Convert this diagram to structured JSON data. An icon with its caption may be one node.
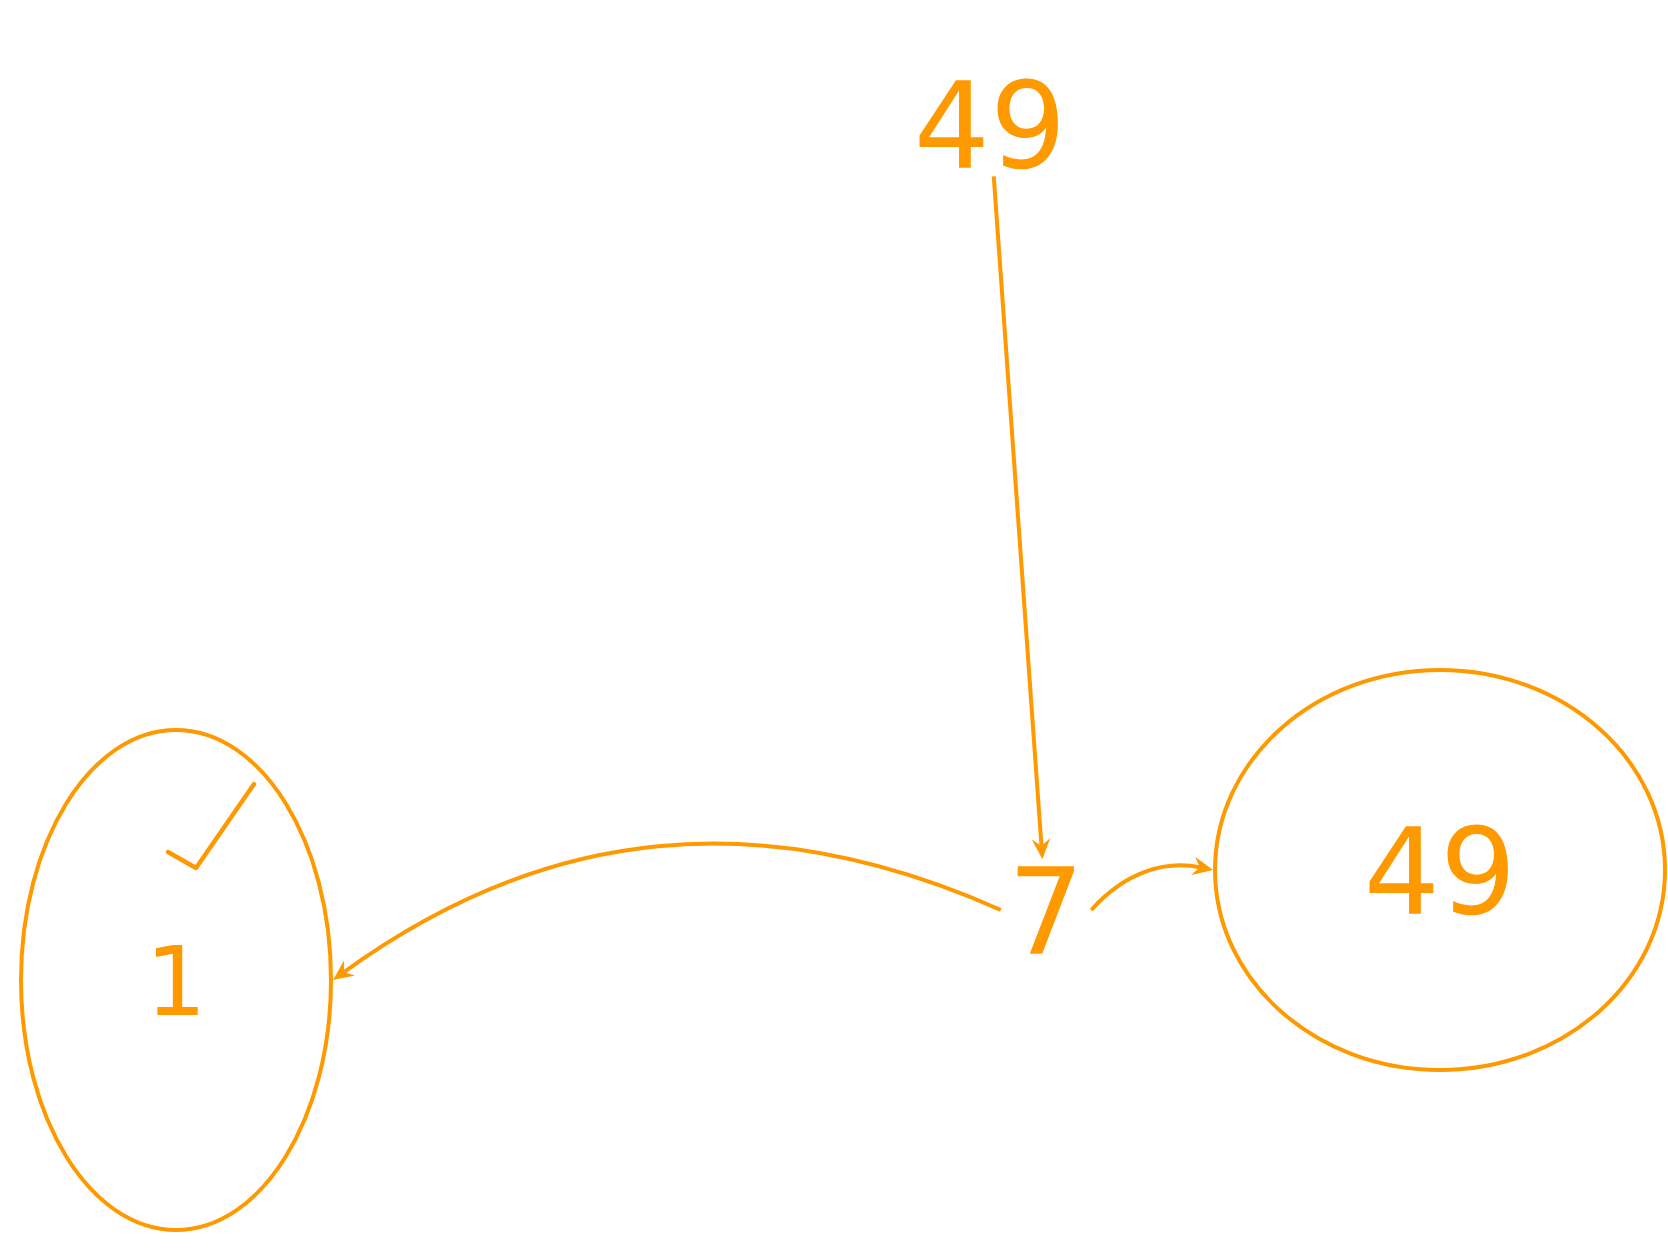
{
  "diagram": {
    "nodes": [
      {
        "text": [
          "49"
        ]
      },
      {
        "text": [
          "7"
        ]
      },
      {
        "text": [
          "1"
        ]
      },
      {
        "text": [
          "49"
        ]
      }
    ],
    "edges": [
      {
        "from": 0,
        "to": 1,
        "arrow": "to"
      },
      {
        "from": 1,
        "to": 2,
        "arrow": "to"
      },
      {
        "from": 1,
        "to": 3,
        "arrow": "to"
      }
    ]
  }
}
